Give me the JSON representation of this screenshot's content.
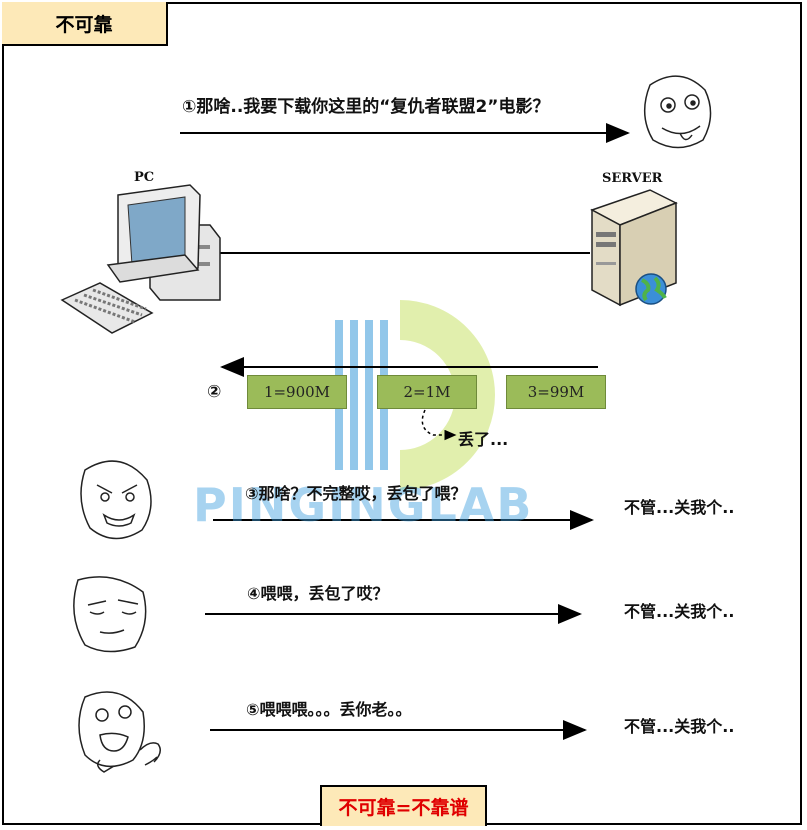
{
  "title": "不可靠",
  "step1": "①那啥..我要下载你这里的“复仇者联盟2”电影？",
  "pc_label": "PC",
  "server_label": "SERVER",
  "step2": "②",
  "packets": [
    "1=900M",
    "2=1M",
    "3=99M"
  ],
  "lost_label": "丢了...",
  "watermark": "PINGINGLAB",
  "steps": [
    {
      "text": "③那啥？不完整哎，丢包了喂？",
      "reply": "不管...关我个.."
    },
    {
      "text": "④喂喂，丢包了哎？",
      "reply": "不管...关我个.."
    },
    {
      "text": "⑤喂喂喂。。。丢你老。。",
      "reply": "不管...关我个.."
    }
  ],
  "footer": "不可靠=不靠谱"
}
